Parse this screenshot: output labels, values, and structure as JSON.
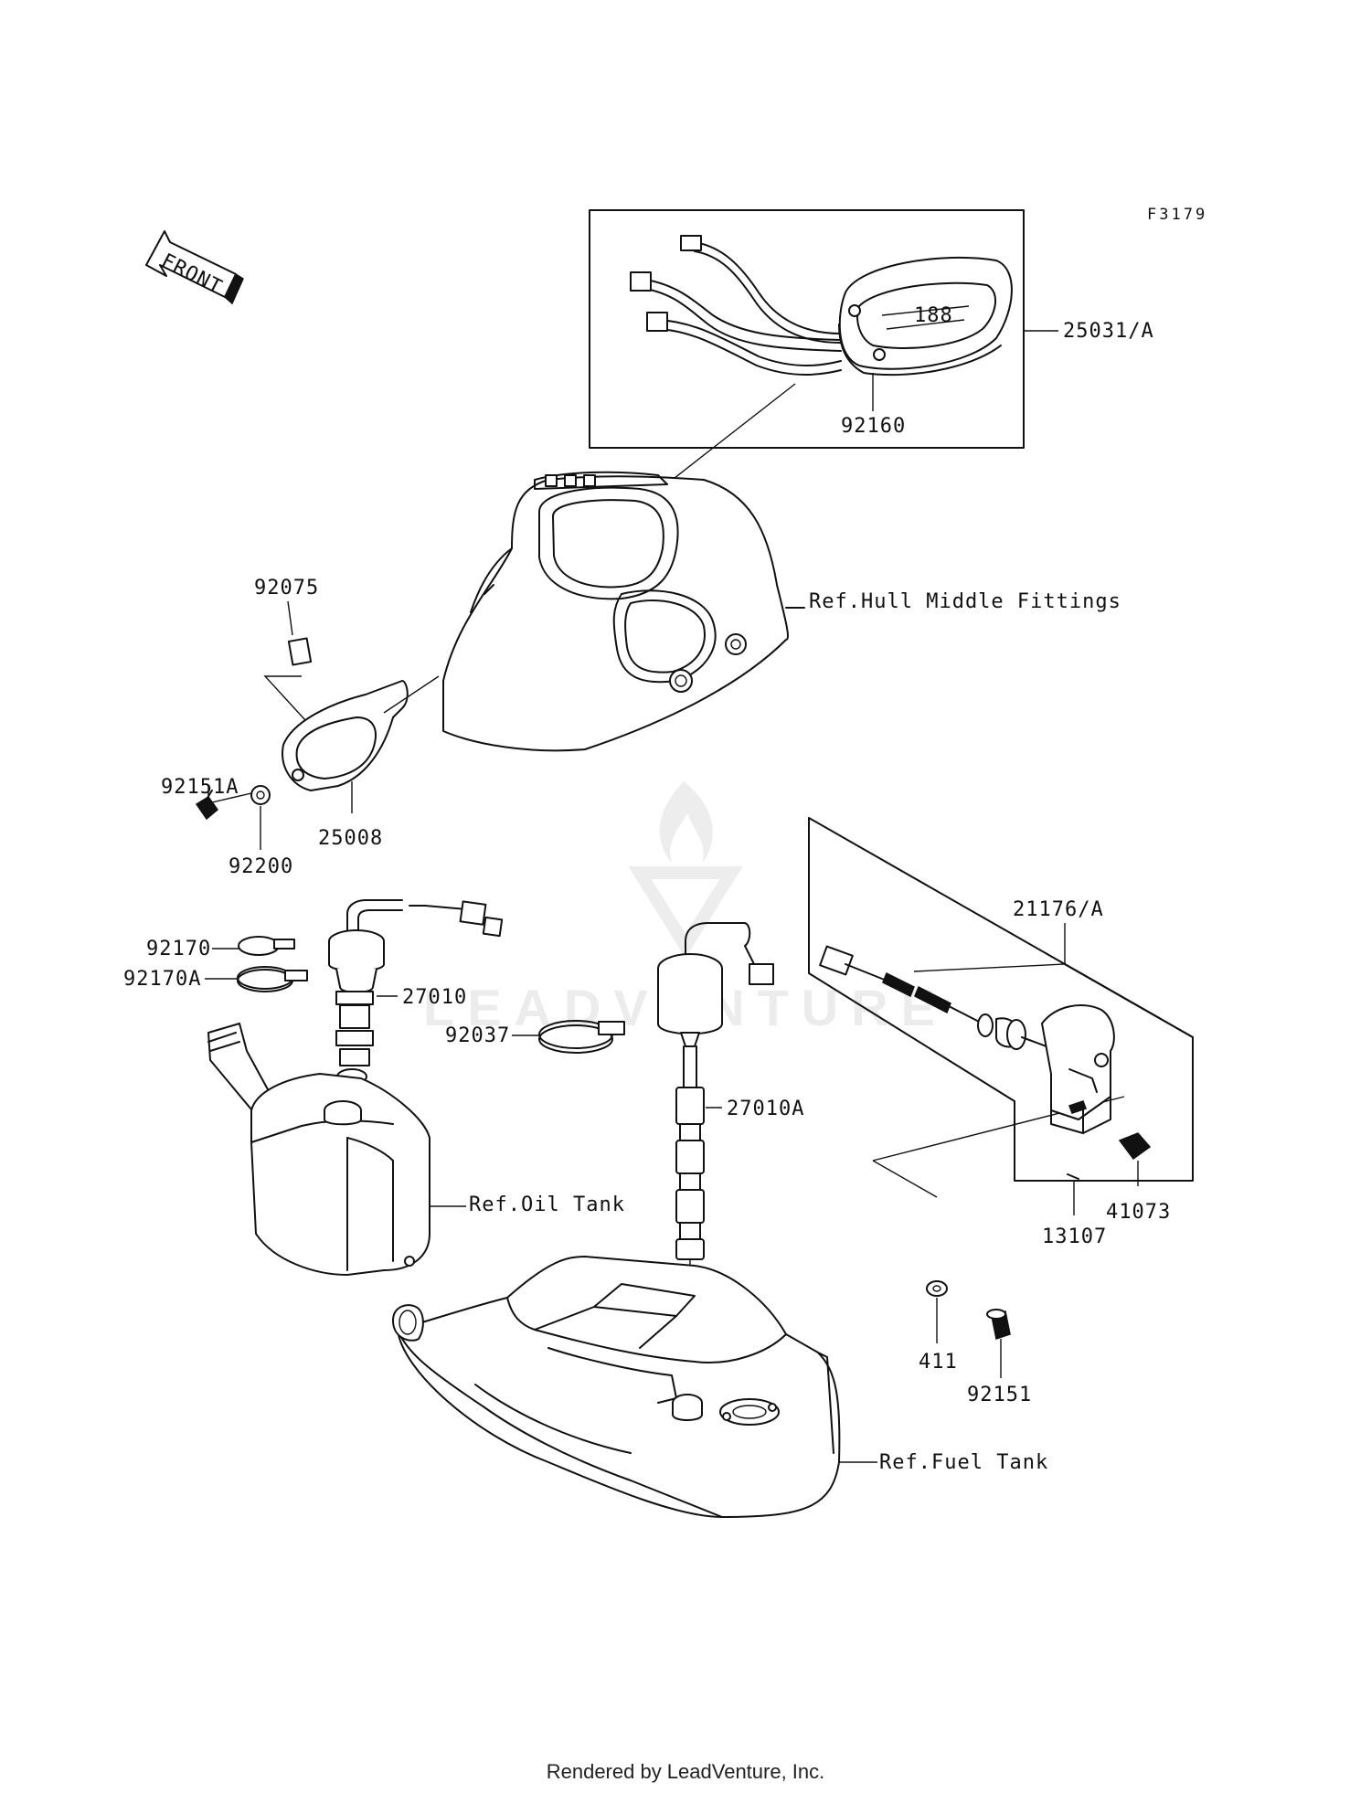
{
  "diagram_code": "F3179",
  "front_arrow": "FRONT",
  "parts": [
    {
      "id": "25031a",
      "number": "25031/A"
    },
    {
      "id": "92160",
      "number": "92160"
    },
    {
      "id": "92075",
      "number": "92075"
    },
    {
      "id": "92151a",
      "number": "92151A"
    },
    {
      "id": "92200",
      "number": "92200"
    },
    {
      "id": "25008",
      "number": "25008"
    },
    {
      "id": "92170",
      "number": "92170"
    },
    {
      "id": "92170a",
      "number": "92170A"
    },
    {
      "id": "27010",
      "number": "27010"
    },
    {
      "id": "92037",
      "number": "92037"
    },
    {
      "id": "27010a",
      "number": "27010A"
    },
    {
      "id": "21176a",
      "number": "21176/A"
    },
    {
      "id": "41073",
      "number": "41073"
    },
    {
      "id": "13107",
      "number": "13107"
    },
    {
      "id": "411",
      "number": "411"
    },
    {
      "id": "92151",
      "number": "92151"
    }
  ],
  "references": [
    {
      "id": "hull",
      "text": "Ref.Hull Middle Fittings"
    },
    {
      "id": "oil",
      "text": "Ref.Oil Tank"
    },
    {
      "id": "fuel",
      "text": "Ref.Fuel Tank"
    }
  ],
  "watermark": "LEADVENTURE",
  "footer": "Rendered by LeadVenture, Inc."
}
